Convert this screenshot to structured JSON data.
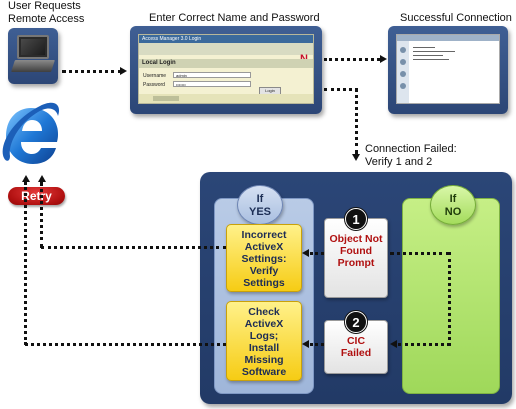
{
  "labels": {
    "user_requests": "User Requests",
    "remote_access": "Remote Access",
    "enter_credentials": "Enter Correct Name and Password",
    "successful_connection": "Successful Connection",
    "connection_failed_line1": "Connection Failed:",
    "connection_failed_line2": "Verify 1 and  2"
  },
  "login_window": {
    "title": "Access Manager 3.0 Login",
    "section": "Local Login",
    "username_label": "Username",
    "username_value": "admin",
    "password_label": "Password",
    "password_value": "•••••••",
    "login_button": "Login",
    "logo": "N"
  },
  "retry_button": "Retry",
  "yes_oval": {
    "line1": "If",
    "line2": "YES"
  },
  "no_oval": {
    "line1": "If",
    "line2": "NO"
  },
  "steps": [
    {
      "number": "1",
      "condition": [
        "Object Not",
        "Found",
        "Prompt"
      ],
      "action": [
        "Incorrect",
        "ActiveX",
        "Settings:",
        "Verify",
        "Settings"
      ]
    },
    {
      "number": "2",
      "condition": [
        "CIC",
        "Failed"
      ],
      "action": [
        "Check",
        "ActiveX",
        "Logs;",
        "Install",
        "Missing",
        "Software"
      ]
    }
  ],
  "colors": {
    "panel_blue": "#2b4677",
    "yes_blue": "#b9cbe6",
    "no_green": "#a4dc5c",
    "action_yellow": "#f6cc14",
    "condition_red": "#b01010",
    "retry_red": "#b01010"
  },
  "icons": {
    "laptop": "laptop-icon",
    "browser": "internet-explorer-icon"
  }
}
